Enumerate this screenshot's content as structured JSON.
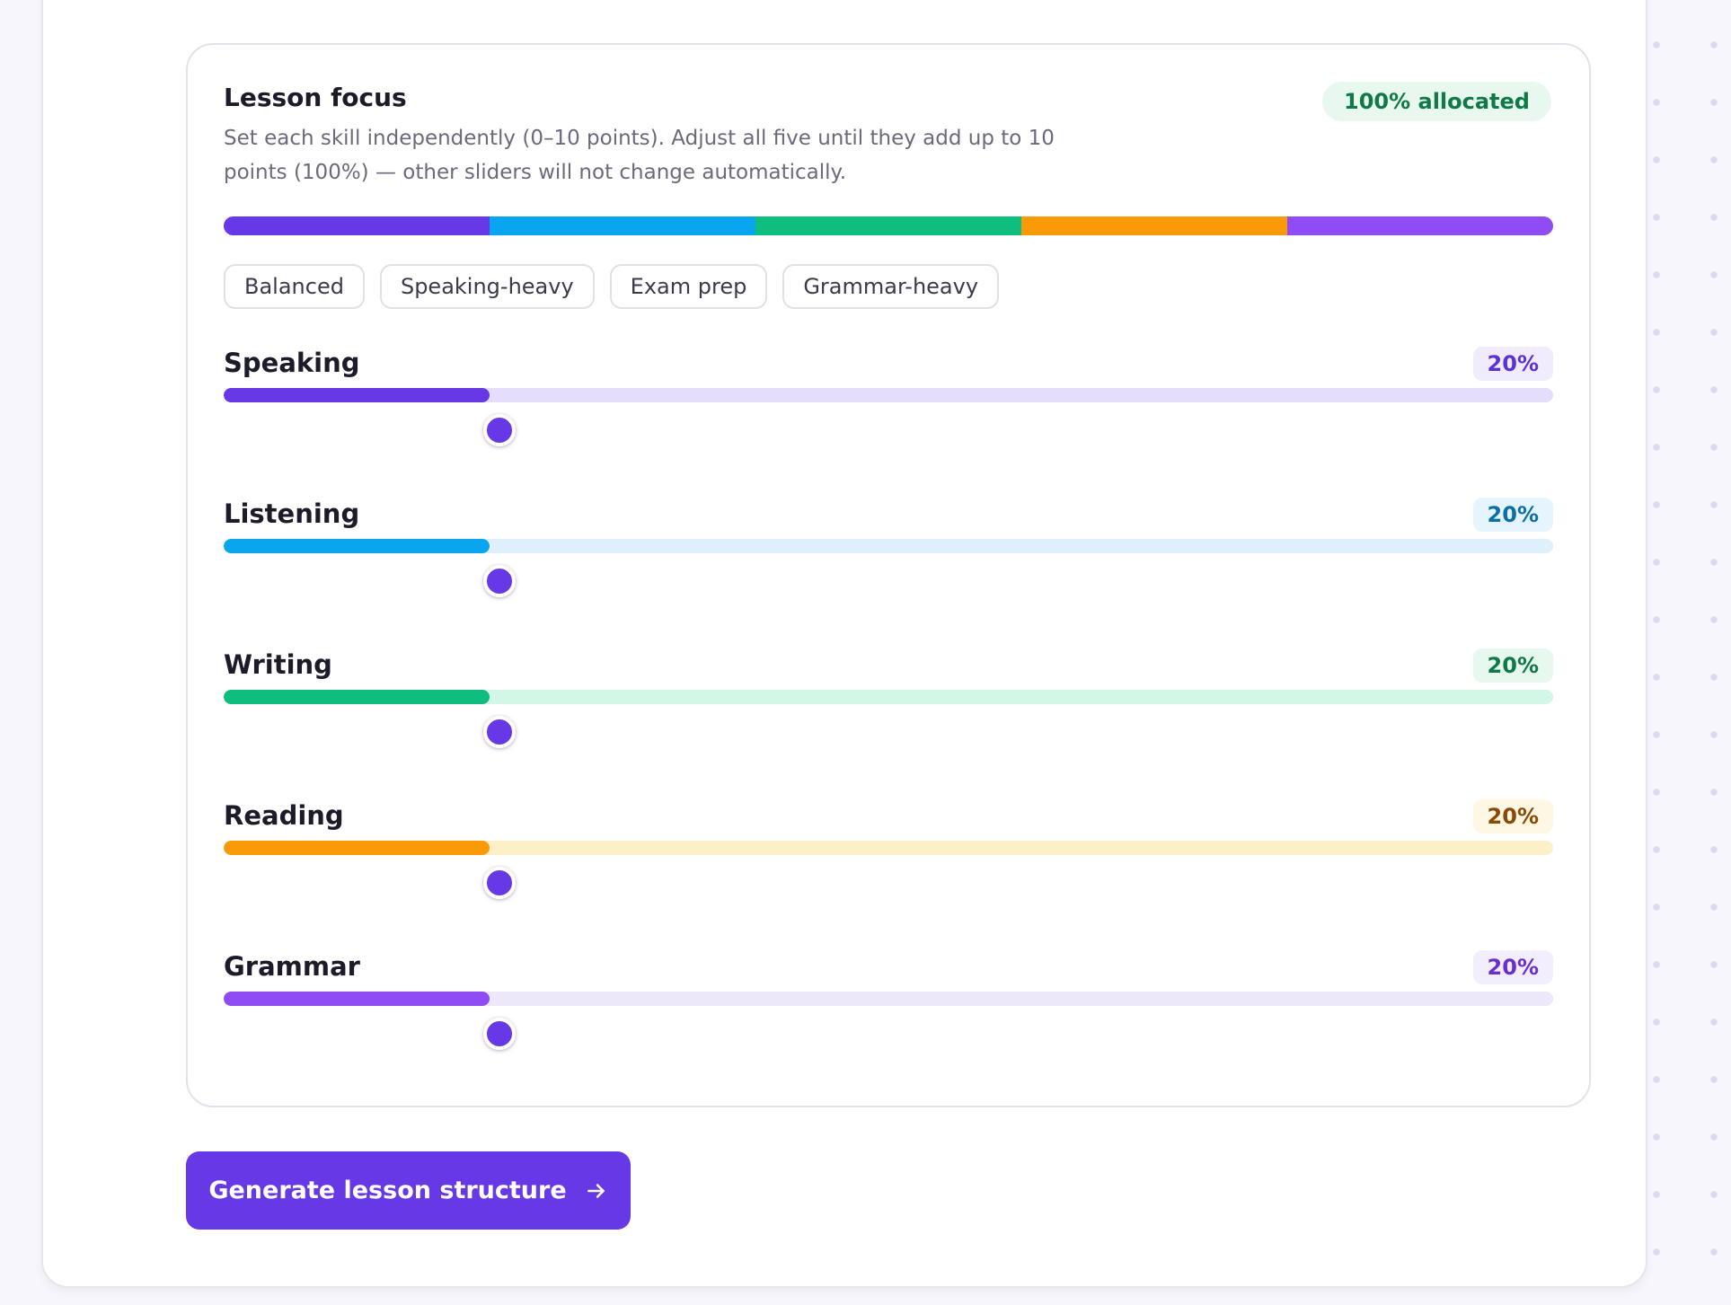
{
  "lesson_focus": {
    "title": "Lesson focus",
    "description": "Set each skill independently (0–10 points). Adjust all five until they add up to 10 points (100%) — other sliders will not change automatically.",
    "allocated_badge": "100% allocated",
    "presets": [
      "Balanced",
      "Speaking-heavy",
      "Exam prep",
      "Grammar-heavy"
    ],
    "skills": [
      {
        "name": "Speaking",
        "percent_label": "20%",
        "value": 2,
        "max": 10,
        "color": "#6638e6",
        "track_color": "#e4defb",
        "badge_bg": "#f0ecfd",
        "badge_text": "#5b32d6"
      },
      {
        "name": "Listening",
        "percent_label": "20%",
        "value": 2,
        "max": 10,
        "color": "#0aa5ef",
        "track_color": "#ddf0fc",
        "badge_bg": "#e6f5fd",
        "badge_text": "#0b6fa8"
      },
      {
        "name": "Writing",
        "percent_label": "20%",
        "value": 2,
        "max": 10,
        "color": "#0fbd7e",
        "track_color": "#d3f7e6",
        "badge_bg": "#e7f8ef",
        "badge_text": "#0f7a45"
      },
      {
        "name": "Reading",
        "percent_label": "20%",
        "value": 2,
        "max": 10,
        "color": "#fb9a08",
        "track_color": "#fdf0c9",
        "badge_bg": "#fdf7e4",
        "badge_text": "#8a4a06"
      },
      {
        "name": "Grammar",
        "percent_label": "20%",
        "value": 2,
        "max": 10,
        "color": "#8f4cf5",
        "track_color": "#ece7f9",
        "badge_bg": "#f3eefd",
        "badge_text": "#6b2fcf"
      }
    ]
  },
  "thumb_color": "#6638e6",
  "generate_button": {
    "label": "Generate lesson structure",
    "icon": "arrow-right-icon",
    "color": "#6638e6"
  }
}
